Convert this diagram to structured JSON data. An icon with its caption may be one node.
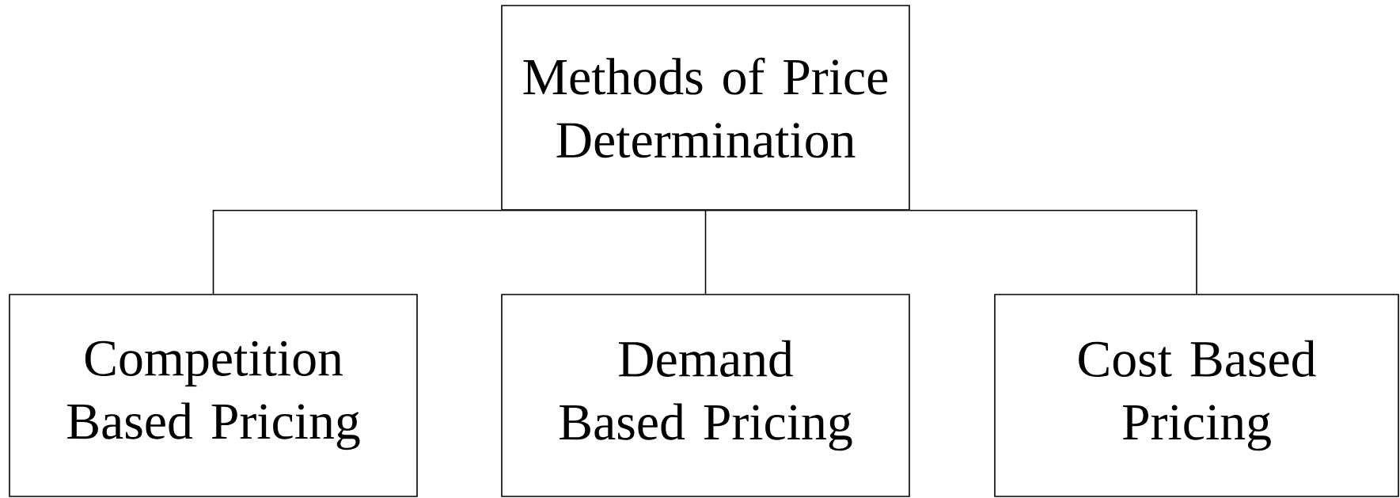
{
  "diagram": {
    "nodes": [
      {
        "text": [
          "Methods of Price Determination"
        ]
      },
      {
        "text": [
          "Competition Based Pricing"
        ]
      },
      {
        "text": [
          "Demand Based Pricing"
        ]
      },
      {
        "text": [
          "Cost Based Pricing"
        ]
      }
    ],
    "edges": [
      {
        "from": 0,
        "to": 1,
        "arrow": "none"
      },
      {
        "from": 0,
        "to": 2,
        "arrow": "none"
      },
      {
        "from": 0,
        "to": 3,
        "arrow": "none"
      }
    ]
  }
}
